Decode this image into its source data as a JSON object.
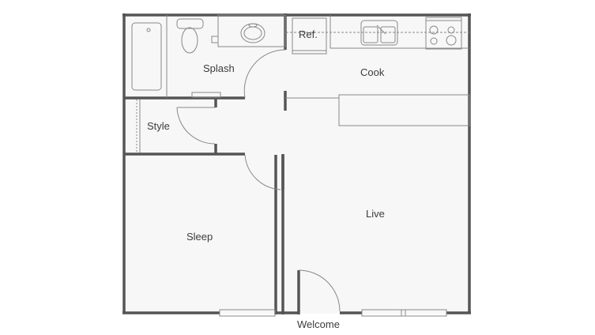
{
  "floorplan": {
    "rooms": {
      "splash": "Splash",
      "cook": "Cook",
      "style": "Style",
      "sleep": "Sleep",
      "live": "Live"
    },
    "fixtures": {
      "refrigerator": "Ref."
    },
    "entrance": "Welcome"
  },
  "colors": {
    "wall": "#555555",
    "floor": "#f7f7f7",
    "fixture_stroke": "#777777",
    "label": "#3c3c3c"
  }
}
